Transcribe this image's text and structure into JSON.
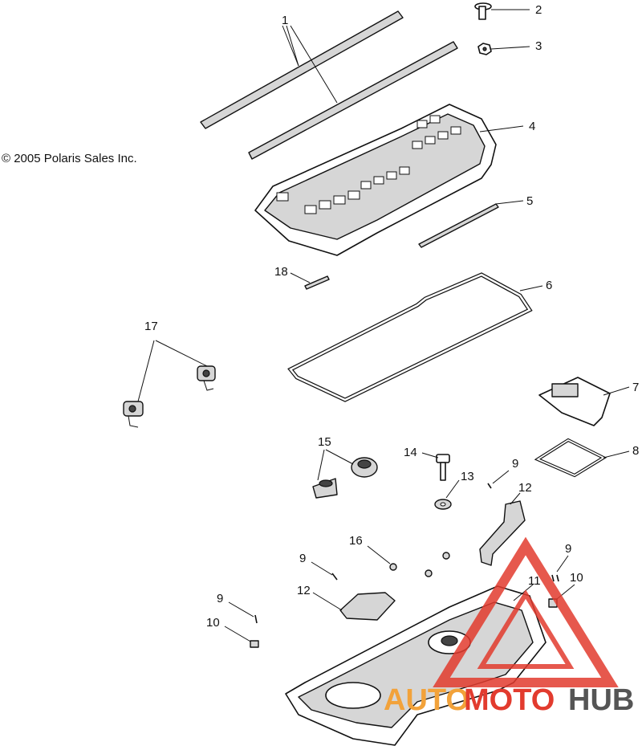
{
  "copyright": "© 2005 Polaris Sales Inc.",
  "callouts": {
    "c1": "1",
    "c2": "2",
    "c3": "3",
    "c4": "4",
    "c5": "5",
    "c6": "6",
    "c7": "7",
    "c8": "8",
    "c9a": "9",
    "c9b": "9",
    "c9c": "9",
    "c9d": "9",
    "c10a": "10",
    "c10b": "10",
    "c11": "11",
    "c12a": "12",
    "c12b": "12",
    "c13": "13",
    "c14": "14",
    "c15": "15",
    "c16": "16",
    "c17": "17",
    "c18": "18"
  },
  "watermark": {
    "part1": "AUTO",
    "part2": "MOTO",
    "part3": "HUB"
  },
  "colors": {
    "watermark_red": "#e23b2e",
    "watermark_orange": "#f2a23a",
    "watermark_grey": "#555555"
  }
}
